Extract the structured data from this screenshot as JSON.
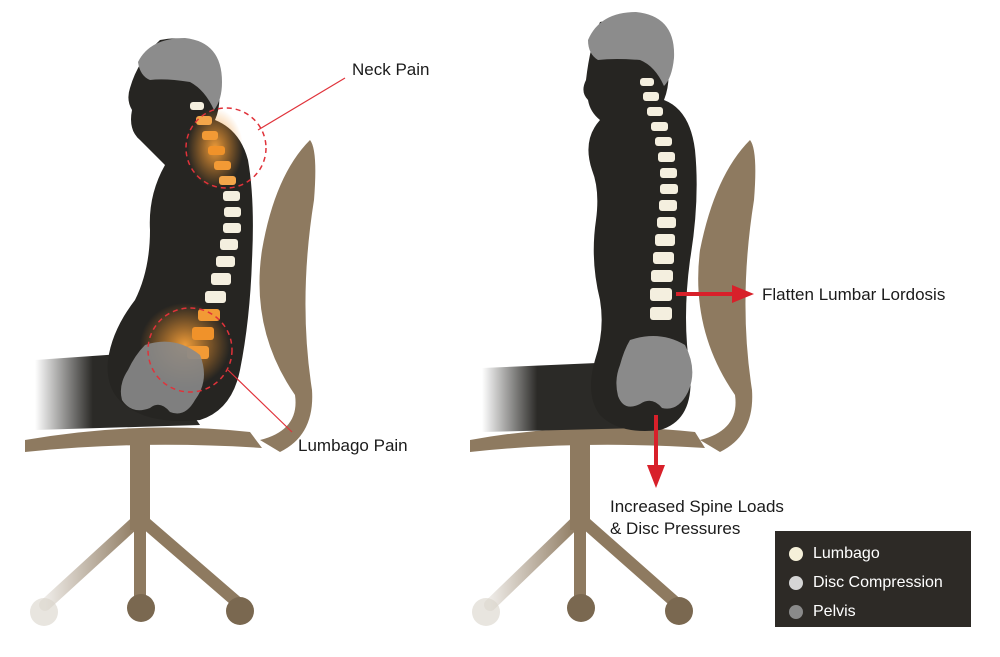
{
  "callouts": {
    "neck_pain": "Neck Pain",
    "lumbago_pain": "Lumbago Pain",
    "flatten_lumbar_lordosis": "Flatten Lumbar Lordosis",
    "increased_spine_loads_line1": "Increased Spine Loads",
    "increased_spine_loads_line2": "& Disc Pressures"
  },
  "legend": {
    "items": [
      {
        "label": "Lumbago",
        "color": "#f5f0d9"
      },
      {
        "label": "Disc Compression",
        "color": "#d5d5d5"
      },
      {
        "label": "Pelvis",
        "color": "#8a8a8a"
      }
    ]
  },
  "colors": {
    "silhouette": "#262522",
    "hair": "#8c8c8c",
    "chair": "#8e7a60",
    "chair_dark": "#74634e",
    "seat_cushion": "#2b2a27",
    "bone": "#f4efdf",
    "pain": "#f0922a",
    "arrow": "#d8202a",
    "leader_line": "#e0323a",
    "legend_bg": "#2d2a26"
  }
}
